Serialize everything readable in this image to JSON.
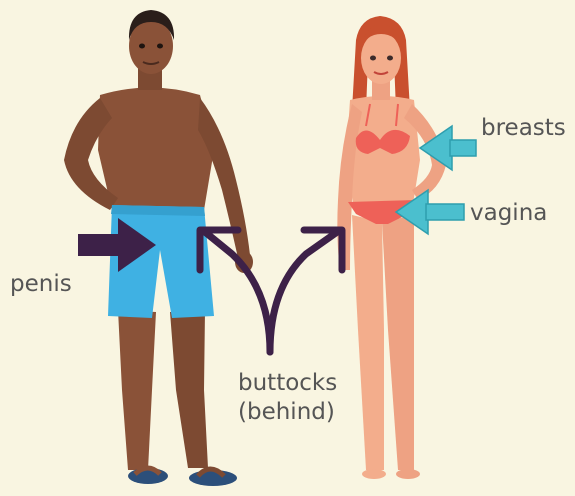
{
  "labels": {
    "breasts": "breasts",
    "vagina": "vagina",
    "penis": "penis",
    "buttocks_line1": "buttocks",
    "buttocks_line2": "(behind)"
  },
  "colors": {
    "background": "#f9f5e1",
    "label_text": "#555555",
    "arrow_dark": "#3d2148",
    "arrow_teal": "#4bbfce",
    "male_skin": "#8a5238",
    "male_shorts": "#3fb1e3",
    "female_skin": "#f3ad8c",
    "female_hair": "#c9502e",
    "bikini": "#ee6158"
  }
}
